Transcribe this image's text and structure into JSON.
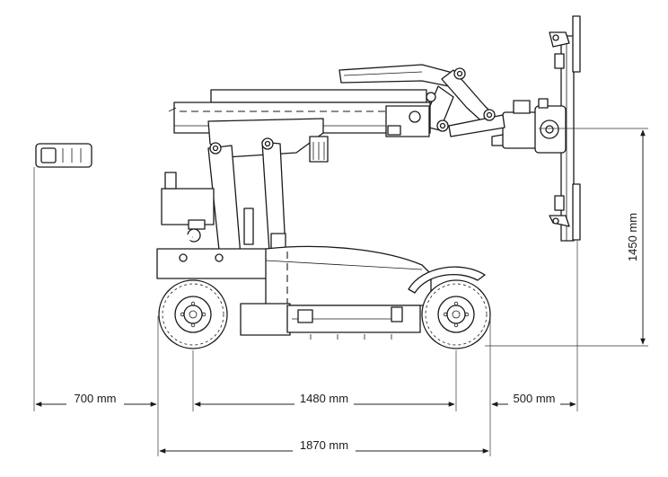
{
  "dimensions": {
    "front_overhang": "700 mm",
    "wheelbase": "1480 mm",
    "rear_overhang": "500 mm",
    "overall_length": "1870 mm",
    "height": "1450 mm"
  },
  "colors": {
    "line": "#1a1a1a",
    "background": "#ffffff"
  }
}
